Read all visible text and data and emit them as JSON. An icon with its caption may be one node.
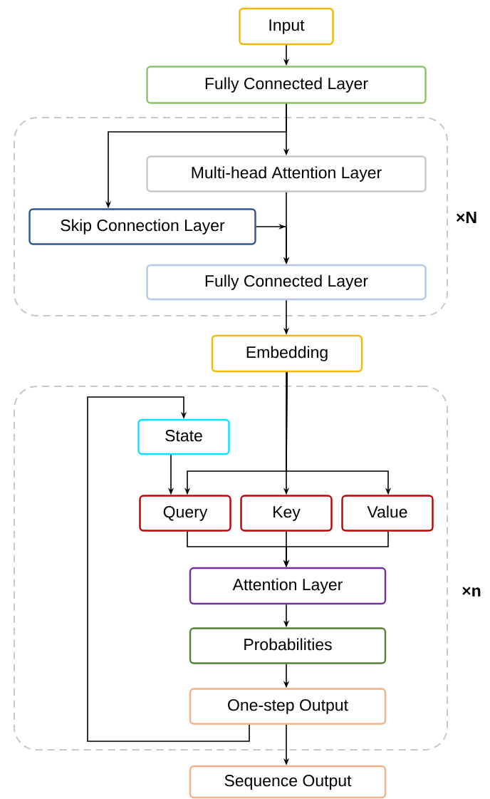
{
  "diagram": {
    "nodes": [
      {
        "text": [
          "Input"
        ]
      },
      {
        "text": [
          "Fully Connected Layer"
        ]
      },
      {
        "text": [
          "×N"
        ]
      },
      {
        "text": [
          "Multi-head Attention Layer"
        ],
        "in": 2
      },
      {
        "text": [
          "Skip Connection Layer"
        ],
        "in": 2
      },
      {
        "text": [
          "Fully Connected Layer"
        ],
        "in": 2
      },
      {
        "text": [
          "Embedding"
        ]
      },
      {
        "text": [
          "×n"
        ]
      },
      {
        "text": [
          "State"
        ],
        "in": 7
      },
      {
        "text": [
          "Query"
        ],
        "in": 7
      },
      {
        "text": [
          "Key"
        ],
        "in": 7
      },
      {
        "text": [
          "Value"
        ],
        "in": 7
      },
      {
        "text": [
          "Attention Layer"
        ],
        "in": 7
      },
      {
        "text": [
          "Probabilities"
        ],
        "in": 7
      },
      {
        "text": [
          "One-step Output"
        ],
        "in": 7
      },
      {
        "text": [
          "Sequence Output"
        ]
      }
    ],
    "edges": [
      {
        "from": 0,
        "to": 1,
        "arrow": "to"
      },
      {
        "from": 1,
        "to": 3,
        "arrow": "to"
      },
      {
        "from": 1,
        "to": 4,
        "arrow": "to"
      },
      {
        "from": 3,
        "to": 5,
        "arrow": "to"
      },
      {
        "from": 4,
        "to": 5,
        "arrow": "to"
      },
      {
        "from": 5,
        "to": 6,
        "arrow": "to"
      },
      {
        "from": 6,
        "to": 9,
        "arrow": "to"
      },
      {
        "from": 6,
        "to": 10,
        "arrow": "to"
      },
      {
        "from": 6,
        "to": 11,
        "arrow": "to"
      },
      {
        "from": 8,
        "to": 9,
        "arrow": "to"
      },
      {
        "from": 9,
        "to": 12,
        "arrow": "to"
      },
      {
        "from": 10,
        "to": 12,
        "arrow": "to"
      },
      {
        "from": 11,
        "to": 12,
        "arrow": "to"
      },
      {
        "from": 12,
        "to": 13,
        "arrow": "to"
      },
      {
        "from": 13,
        "to": 14,
        "arrow": "to"
      },
      {
        "from": 14,
        "to": 15,
        "arrow": "to"
      },
      {
        "from": 14,
        "to": 8,
        "arrow": "to"
      }
    ]
  }
}
